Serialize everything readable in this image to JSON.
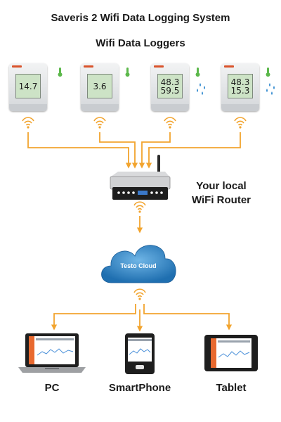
{
  "header": {
    "title": "Saveris 2 Wifi Data Logging System",
    "subtitle": "Wifi Data Loggers"
  },
  "loggers": [
    {
      "line1": "14.7",
      "line2": "",
      "icons": [
        "thermometer-icon"
      ]
    },
    {
      "line1": "3.6",
      "line2": "",
      "icons": [
        "thermometer-icon"
      ]
    },
    {
      "line1": "48.3",
      "line2": "59.5",
      "icons": [
        "thermometer-icon",
        "humidity-drops-icon"
      ]
    },
    {
      "line1": "48.3",
      "line2": "15.3",
      "icons": [
        "thermometer-icon",
        "humidity-drops-icon"
      ]
    }
  ],
  "router": {
    "label_line1": "Your local",
    "label_line2": "WiFi Router"
  },
  "cloud": {
    "label": "Testo Cloud"
  },
  "devices": [
    {
      "label": "PC",
      "icon": "laptop-icon"
    },
    {
      "label": "SmartPhone",
      "icon": "smartphone-icon"
    },
    {
      "label": "Tablet",
      "icon": "tablet-icon"
    }
  ],
  "colors": {
    "connector": "#f2a42e",
    "cloud": "#2f88c9",
    "logger_screen": "#cde3c6",
    "thermometer": "#5cb84b",
    "drops": "#3a8fd1"
  }
}
